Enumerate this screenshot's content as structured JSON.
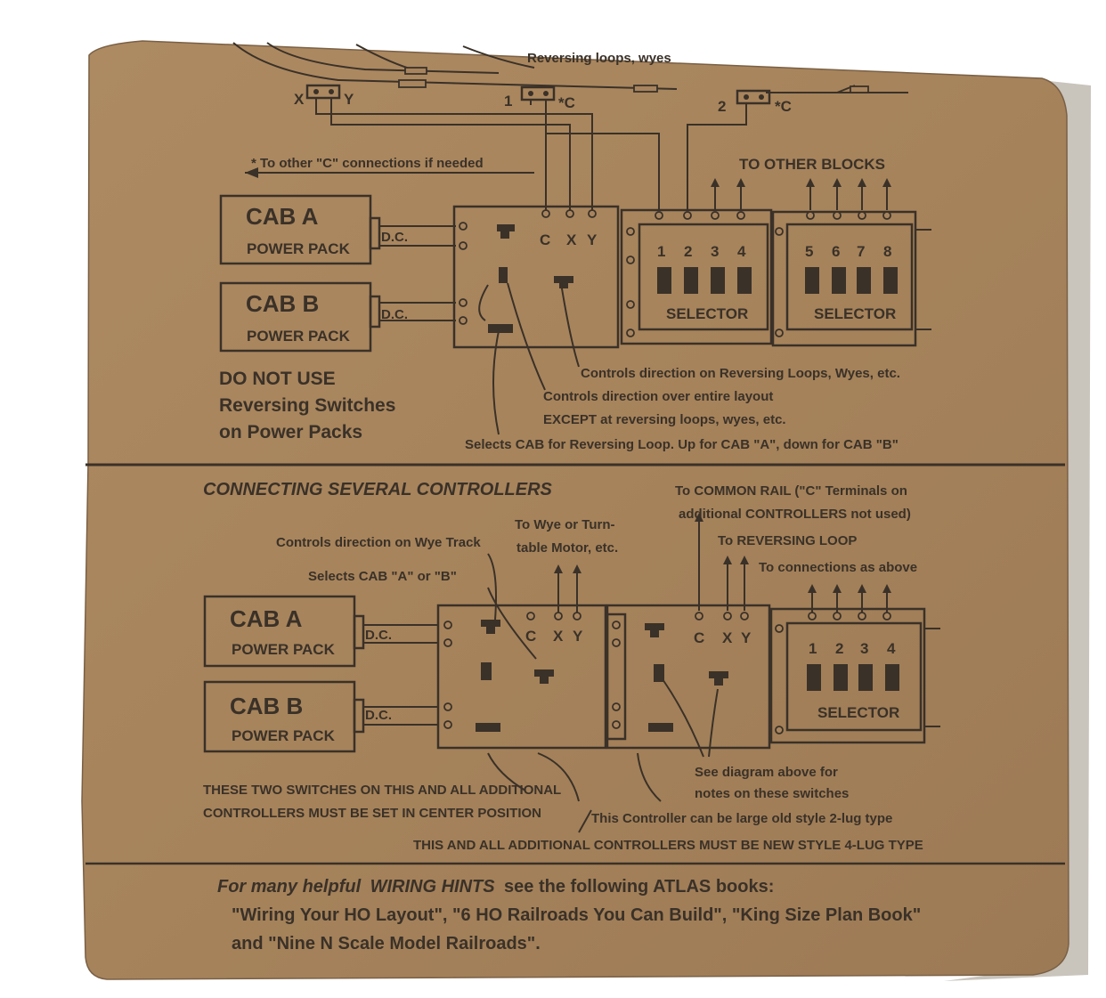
{
  "top": {
    "title_fragment": "Reversing loops, wyes",
    "terminals": {
      "x": "X",
      "y": "Y",
      "one": "1",
      "two": "2",
      "c": "*C"
    },
    "other_c_note": "* To other \"C\" connections if needed",
    "to_other_blocks": "TO OTHER BLOCKS",
    "cab_a": {
      "name": "CAB A",
      "sub": "POWER PACK",
      "dc": "D.C."
    },
    "cab_b": {
      "name": "CAB B",
      "sub": "POWER PACK",
      "dc": "D.C."
    },
    "controller_labels": {
      "c": "C",
      "x": "X",
      "y": "Y"
    },
    "selector1": {
      "nums": [
        "1",
        "2",
        "3",
        "4"
      ],
      "label": "SELECTOR"
    },
    "selector2": {
      "nums": [
        "5",
        "6",
        "7",
        "8"
      ],
      "label": "SELECTOR"
    },
    "warning": [
      "DO NOT USE",
      "Reversing Switches",
      "on Power Packs"
    ],
    "notes": [
      "Controls direction on Reversing Loops, Wyes, etc.",
      "Controls direction over entire layout",
      "EXCEPT at reversing loops, wyes, etc.",
      "Selects CAB for Reversing Loop. Up for CAB \"A\", down for CAB \"B\""
    ]
  },
  "bottom": {
    "title": "CONNECTING SEVERAL CONTROLLERS",
    "common_rail": [
      "To COMMON RAIL (\"C\" Terminals on",
      "additional CONTROLLERS not used)"
    ],
    "reversing_loop": "To REVERSING LOOP",
    "connections": "To connections as above",
    "wye": [
      "To Wye or Turn-",
      "table Motor, etc."
    ],
    "controls_wye": "Controls direction on Wye Track",
    "selects_cab": "Selects CAB \"A\" or \"B\"",
    "cab_a": {
      "name": "CAB A",
      "sub": "POWER PACK",
      "dc": "D.C."
    },
    "cab_b": {
      "name": "CAB B",
      "sub": "POWER PACK",
      "dc": "D.C."
    },
    "controller1_labels": {
      "c": "C",
      "x": "X",
      "y": "Y"
    },
    "controller2_labels": {
      "c": "C",
      "x": "X",
      "y": "Y"
    },
    "selector": {
      "nums": [
        "1",
        "2",
        "3",
        "4"
      ],
      "label": "SELECTOR"
    },
    "see_diagram": [
      "See diagram above for",
      "notes on these switches"
    ],
    "these_two": [
      "THESE TWO SWITCHES ON THIS AND ALL ADDITIONAL",
      "CONTROLLERS MUST BE SET IN CENTER POSITION"
    ],
    "old_style": "This Controller can be large old style 2-lug type",
    "new_style": "THIS AND ALL ADDITIONAL CONTROLLERS MUST BE NEW STYLE 4-LUG TYPE"
  },
  "footer": {
    "intro_a": "For many helpful",
    "intro_b": "WIRING HINTS",
    "intro_c": "see the following ATLAS books:",
    "line2": "\"Wiring Your HO Layout\", \"6 HO Railroads You Can Build\", \"King Size Plan Book\"",
    "line3": "and \"Nine N Scale Model Railroads\"."
  },
  "colors": {
    "card": "#a7845e",
    "ink": "#3a3128",
    "background": "#ffffff"
  }
}
